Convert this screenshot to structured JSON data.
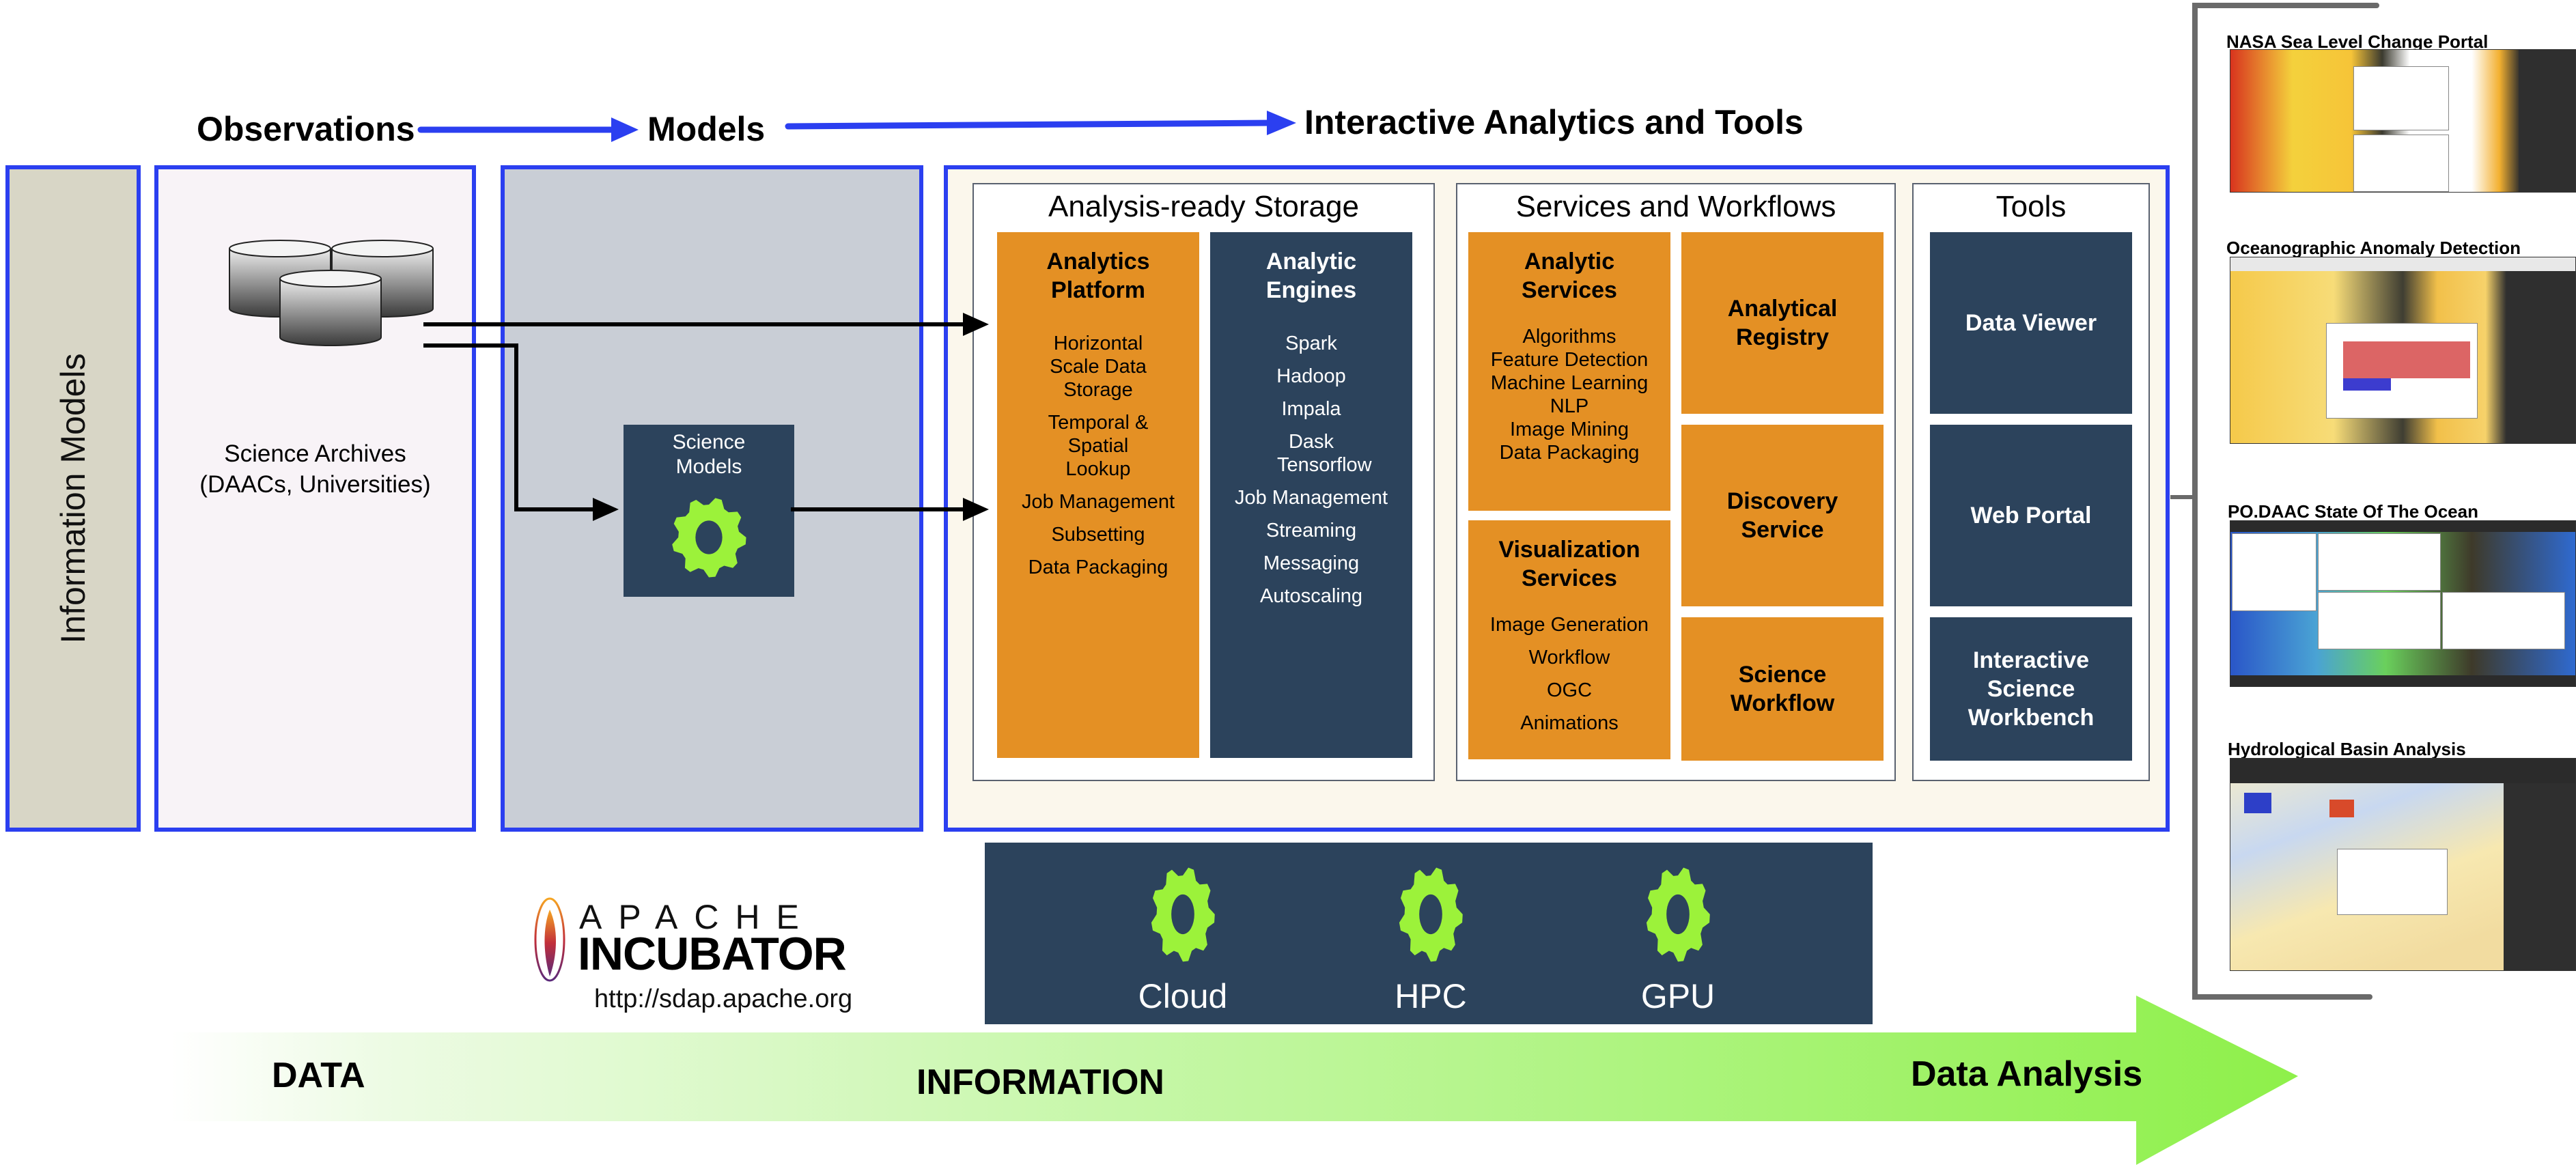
{
  "header": {
    "observations": "Observations",
    "models": "Models",
    "interactive": "Interactive Analytics and Tools"
  },
  "colors": {
    "panel_border": "#2b3ff0",
    "orange": "#e49024",
    "navy": "#2c435c",
    "gear_green": "#9cf23a",
    "info_models_bg": "#d8d6c6",
    "observations_bg": "#f8f3f7",
    "models_bg": "#c9ced6",
    "main_bg": "#fbf7ec"
  },
  "info_models": {
    "label": "Information Models"
  },
  "observations": {
    "archive_line1": "Science Archives",
    "archive_line2": "(DAACs, Universities)"
  },
  "models": {
    "science_models_line1": "Science",
    "science_models_line2": "Models"
  },
  "storage": {
    "title": "Analysis-ready Storage",
    "platform": {
      "title_line1": "Analytics",
      "title_line2": "Platform",
      "items": [
        "Horizontal Scale Data Storage",
        "Temporal & Spatial Lookup",
        "Job Management",
        "Subsetting",
        "Data Packaging"
      ]
    },
    "engines": {
      "title_line1": "Analytic",
      "title_line2": "Engines",
      "items": [
        "Spark",
        "Hadoop",
        "Impala",
        "Dask Tensorflow",
        "Job Management",
        "Streaming",
        "Messaging",
        "Autoscaling"
      ]
    }
  },
  "services": {
    "title": "Services and Workflows",
    "analytic": {
      "title_line1": "Analytic",
      "title_line2": "Services",
      "items": [
        "Algorithms",
        "Feature Detection",
        "Machine Learning",
        "NLP",
        "Image Mining",
        "Data Packaging"
      ]
    },
    "visualization": {
      "title_line1": "Visualization",
      "title_line2": "Services",
      "items": [
        "Image Generation",
        "Workflow",
        "OGC",
        "Animations"
      ]
    },
    "registry": {
      "line1": "Analytical",
      "line2": "Registry"
    },
    "discovery": {
      "line1": "Discovery",
      "line2": "Service"
    },
    "workflow": {
      "line1": "Science",
      "line2": "Workflow"
    }
  },
  "tools": {
    "title": "Tools",
    "items": [
      {
        "line1": "Data Viewer",
        "line2": "",
        "line3": ""
      },
      {
        "line1": "Web Portal",
        "line2": "",
        "line3": ""
      },
      {
        "line1": "Interactive",
        "line2": "Science",
        "line3": "Workbench"
      }
    ]
  },
  "compute": {
    "items": [
      "Cloud",
      "HPC",
      "GPU"
    ]
  },
  "apache": {
    "apache_word": "APACHE",
    "incubator_word": "INCUBATOR",
    "url": "http://sdap.apache.org"
  },
  "flow_arrow": {
    "data": "DATA",
    "information": "INFORMATION",
    "analysis": "Data Analysis"
  },
  "showcase": [
    {
      "title": "NASA Sea Level Change Portal"
    },
    {
      "title": "Oceanographic Anomaly Detection"
    },
    {
      "title": "PO.DAAC State Of The Ocean"
    },
    {
      "title": "Hydrological Basin Analysis"
    }
  ]
}
